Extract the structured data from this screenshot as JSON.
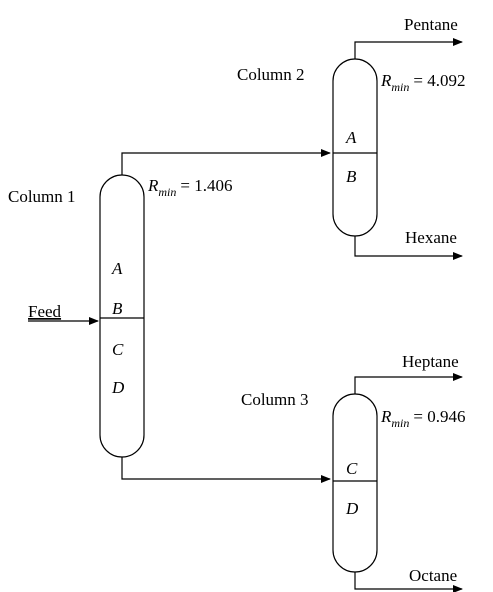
{
  "columns": [
    {
      "label": "Column 1",
      "rmin_symbol": "R",
      "rmin_sub": "min",
      "rmin_value": "= 1.406",
      "components": [
        "A",
        "B",
        "C",
        "D"
      ]
    },
    {
      "label": "Column 2",
      "rmin_symbol": "R",
      "rmin_sub": "min",
      "rmin_value": "= 4.092",
      "components": [
        "A",
        "B"
      ]
    },
    {
      "label": "Column 3",
      "rmin_symbol": "R",
      "rmin_sub": "min",
      "rmin_value": "= 0.946",
      "components": [
        "C",
        "D"
      ]
    }
  ],
  "streams": {
    "feed": "Feed",
    "pentane": "Pentane",
    "hexane": "Hexane",
    "heptane": "Heptane",
    "octane": "Octane"
  }
}
